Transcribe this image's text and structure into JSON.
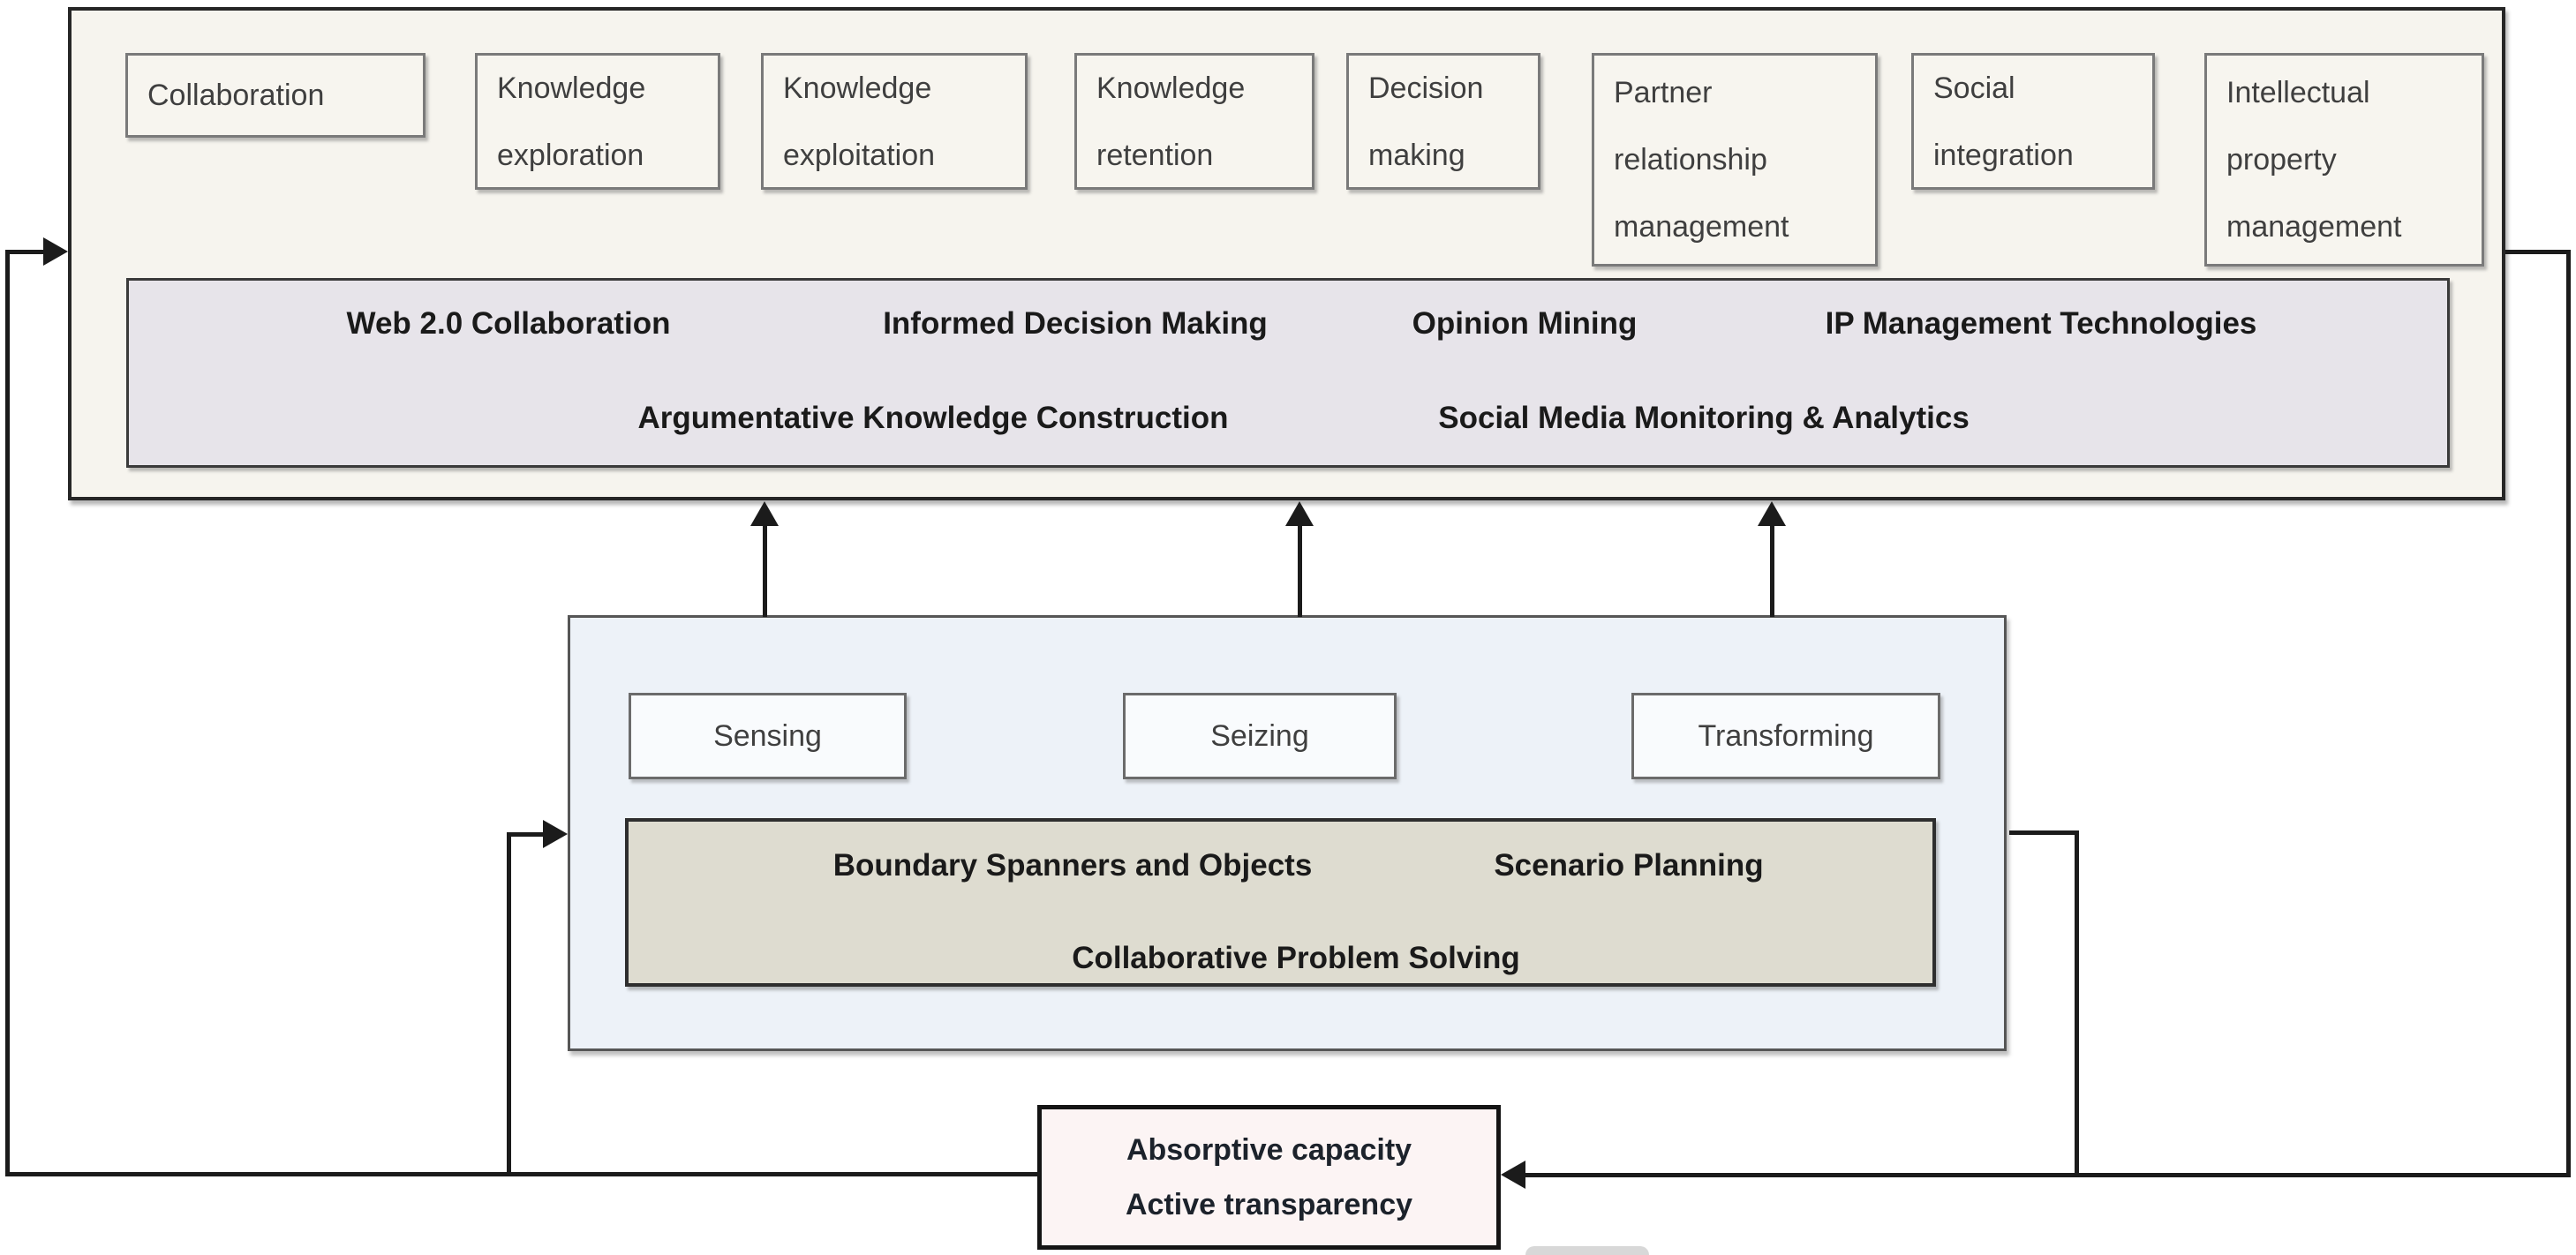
{
  "top_box": {
    "capabilities": [
      {
        "label": "Collaboration"
      },
      {
        "label": "Knowledge exploration"
      },
      {
        "label": "Knowledge exploitation"
      },
      {
        "label": "Knowledge retention"
      },
      {
        "label": "Decision making"
      },
      {
        "label": "Partner relationship management"
      },
      {
        "label": "Social integration"
      },
      {
        "label": "Intellectual property management"
      }
    ],
    "technologies": {
      "row1": [
        "Web 2.0 Collaboration",
        "Informed Decision Making",
        "Opinion Mining",
        "IP Management Technologies"
      ],
      "row2": [
        "Argumentative Knowledge Construction",
        "Social Media Monitoring & Analytics"
      ]
    }
  },
  "middle_box": {
    "stages": [
      {
        "label": "Sensing"
      },
      {
        "label": "Seizing"
      },
      {
        "label": "Transforming"
      }
    ],
    "methods": {
      "row1": [
        "Boundary Spanners and Objects",
        "Scenario Planning"
      ],
      "row2": [
        "Collaborative Problem Solving"
      ]
    }
  },
  "bottom_box": {
    "line1": "Absorptive capacity",
    "line2": "Active transparency"
  },
  "colors": {
    "background": "#ffffff",
    "outer_box_fill": "#f6f4ee",
    "capability_box_fill": "#f7f5ef",
    "technology_panel_fill": "#e7e4ea",
    "middle_box_fill": "#edf2f8",
    "stage_box_fill": "#f9fbfd",
    "methods_panel_fill": "#dedcd0",
    "feedback_box_fill": "#fcf4f4",
    "connector": "#1b1b1b"
  }
}
